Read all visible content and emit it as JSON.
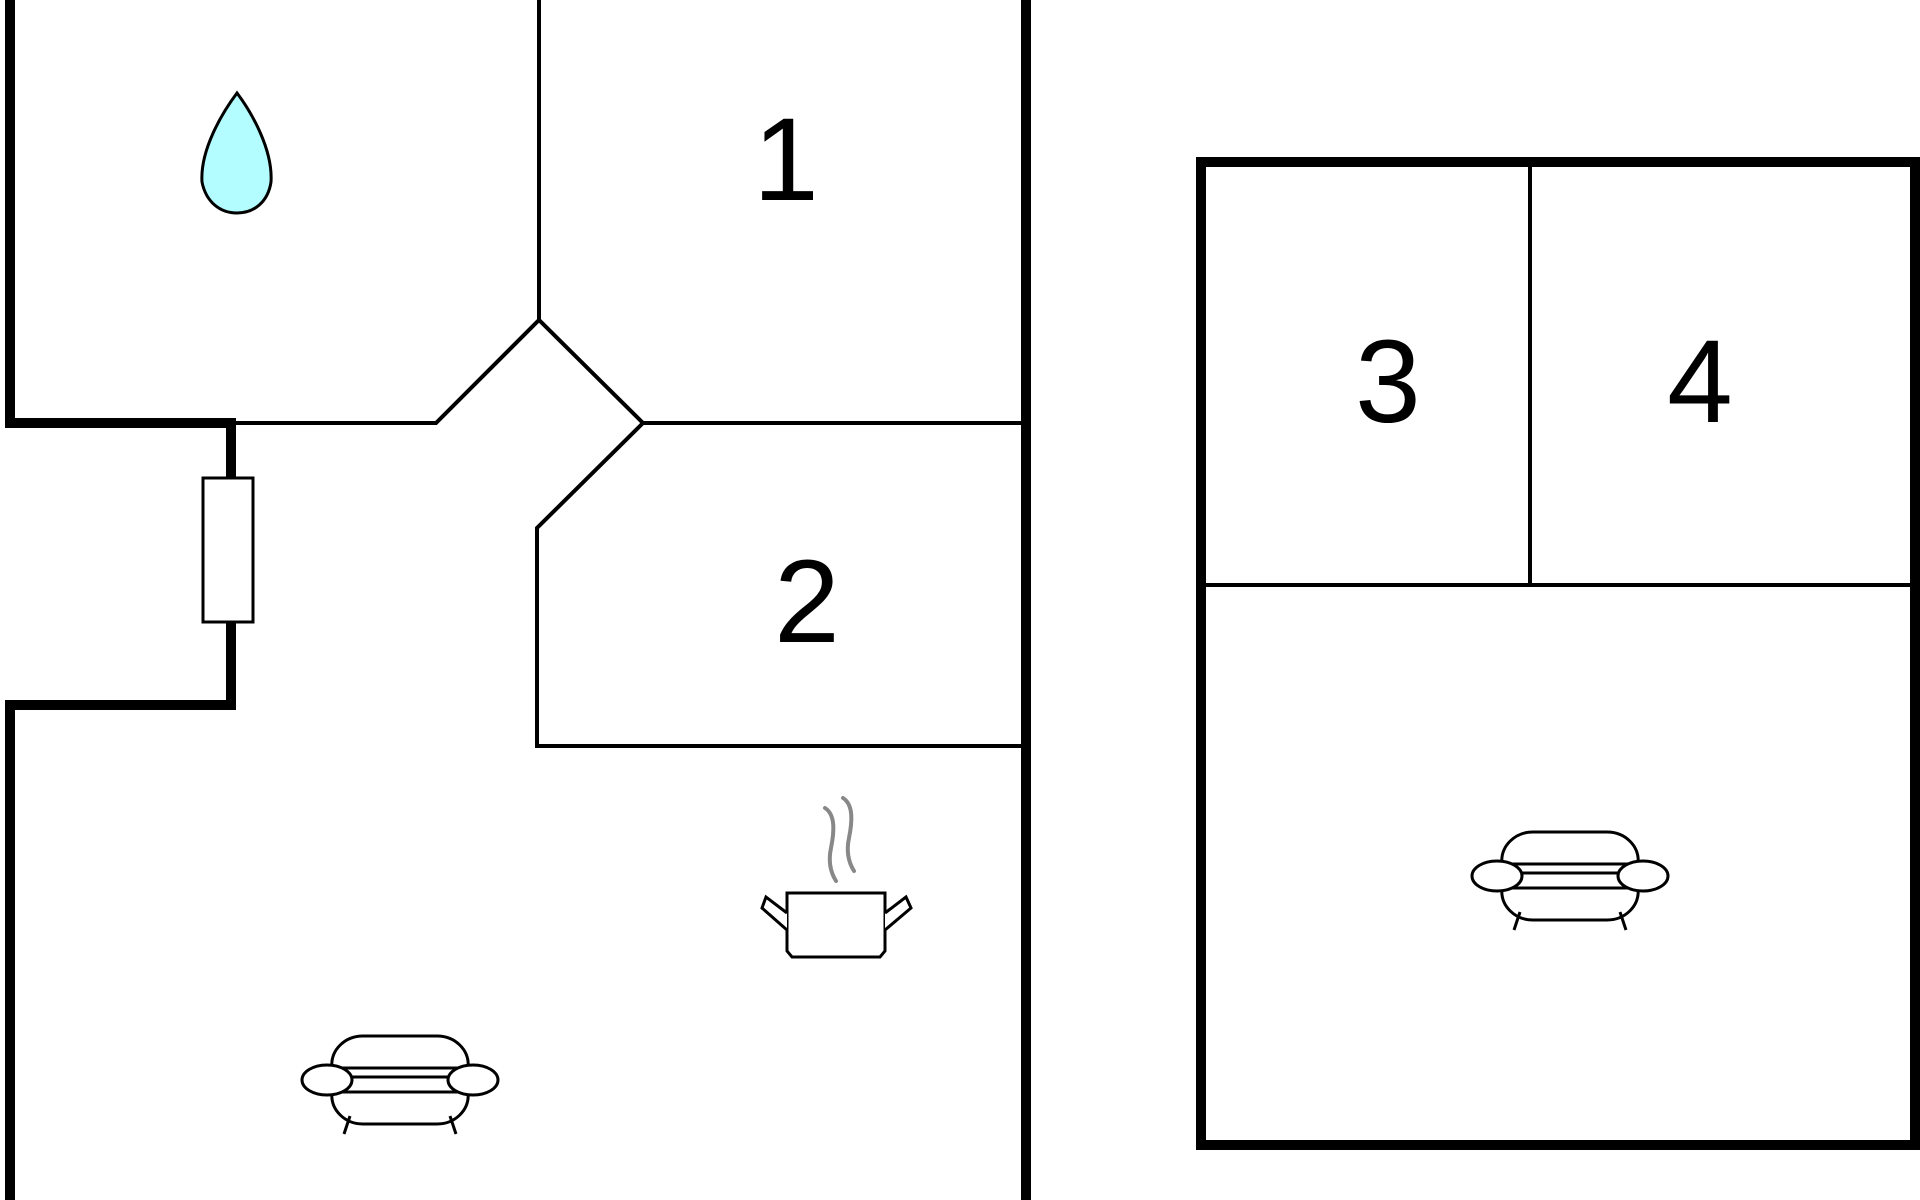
{
  "rooms": [
    {
      "number": "1"
    },
    {
      "number": "2"
    },
    {
      "number": "3"
    },
    {
      "number": "4"
    }
  ],
  "icons": {
    "bathroom": "water-drop-icon",
    "kitchen": "cooking-pot-icon",
    "living_left": "sofa-icon",
    "living_right": "sofa-icon"
  },
  "colors": {
    "walls": "#000000",
    "water_drop": "#b3fcff",
    "steam": "#888888",
    "background": "#ffffff"
  }
}
